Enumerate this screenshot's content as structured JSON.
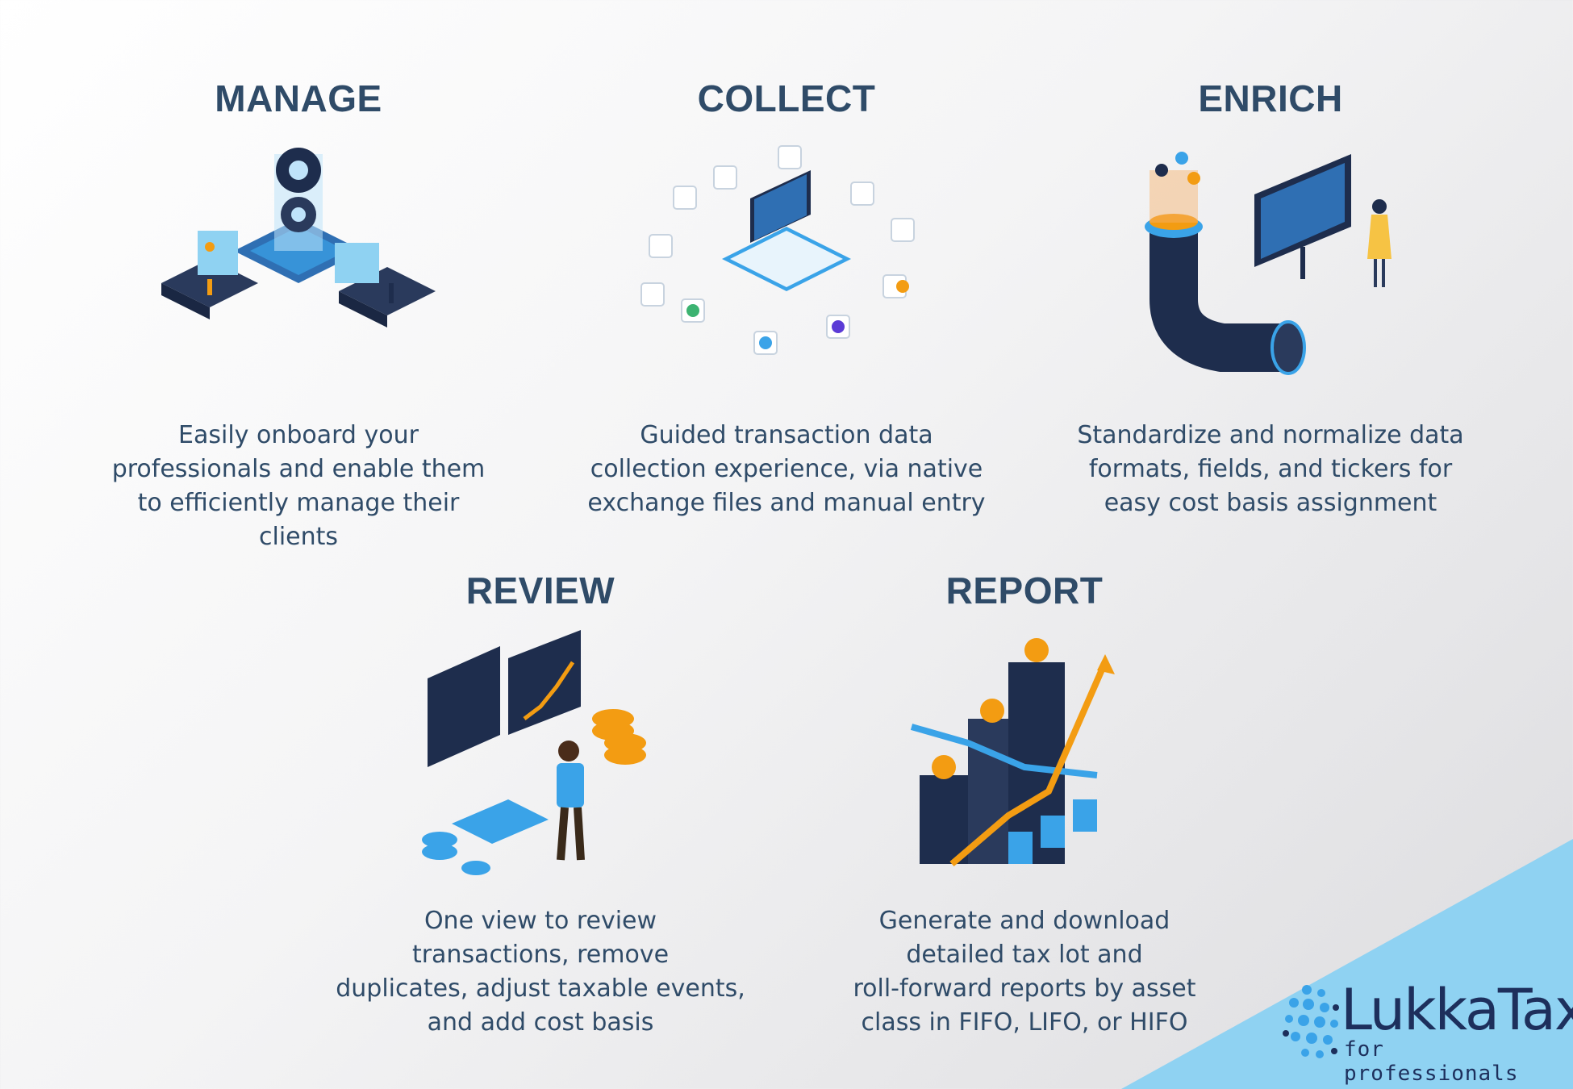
{
  "features": [
    {
      "id": "manage",
      "title": "MANAGE",
      "desc_lines": [
        "Easily onboard your",
        "professionals and enable them",
        "to efficiently manage their",
        "clients"
      ]
    },
    {
      "id": "collect",
      "title": "COLLECT",
      "desc_lines": [
        "Guided transaction data",
        "collection experience, via native",
        "exchange files and manual entry"
      ]
    },
    {
      "id": "enrich",
      "title": "ENRICH",
      "desc_lines": [
        "Standardize and normalize data",
        "formats, fields, and tickers for",
        "easy cost basis assignment"
      ]
    },
    {
      "id": "review",
      "title": "REVIEW",
      "desc_lines": [
        "One view to review",
        "transactions, remove",
        "duplicates, adjust taxable events,",
        "and add cost basis"
      ]
    },
    {
      "id": "report",
      "title": "REPORT",
      "desc_lines": [
        "Generate and download",
        "detailed tax lot and",
        "roll-forward reports by asset",
        "class in FIFO, LIFO, or HIFO"
      ]
    }
  ],
  "logo": {
    "brand": "LukkaTax",
    "tagline": "for professionals"
  },
  "colors": {
    "heading": "#2f4b68",
    "accent_orange": "#f39c12",
    "accent_blue": "#3aa3e8",
    "navy": "#1e2d4d",
    "corner": "#8fd2f2"
  }
}
